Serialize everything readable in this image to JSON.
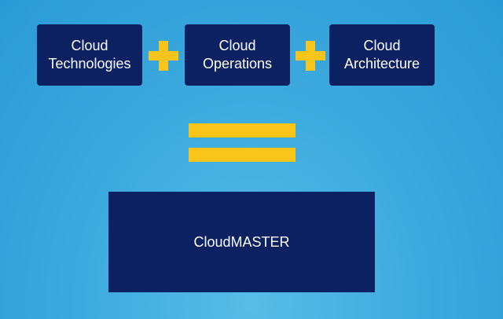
{
  "diagram": {
    "inputs": [
      {
        "label": "Cloud\nTechnologies"
      },
      {
        "label": "Cloud\nOperations"
      },
      {
        "label": "Cloud\nArchitecture"
      }
    ],
    "result": {
      "label": "CloudMASTER"
    }
  },
  "colors": {
    "background": "#3eabdf",
    "box": "#0b2161",
    "operator": "#f9c51a",
    "text": "#ffffff"
  },
  "icons": {
    "plus": "plus-icon",
    "equals": "equals-icon"
  }
}
